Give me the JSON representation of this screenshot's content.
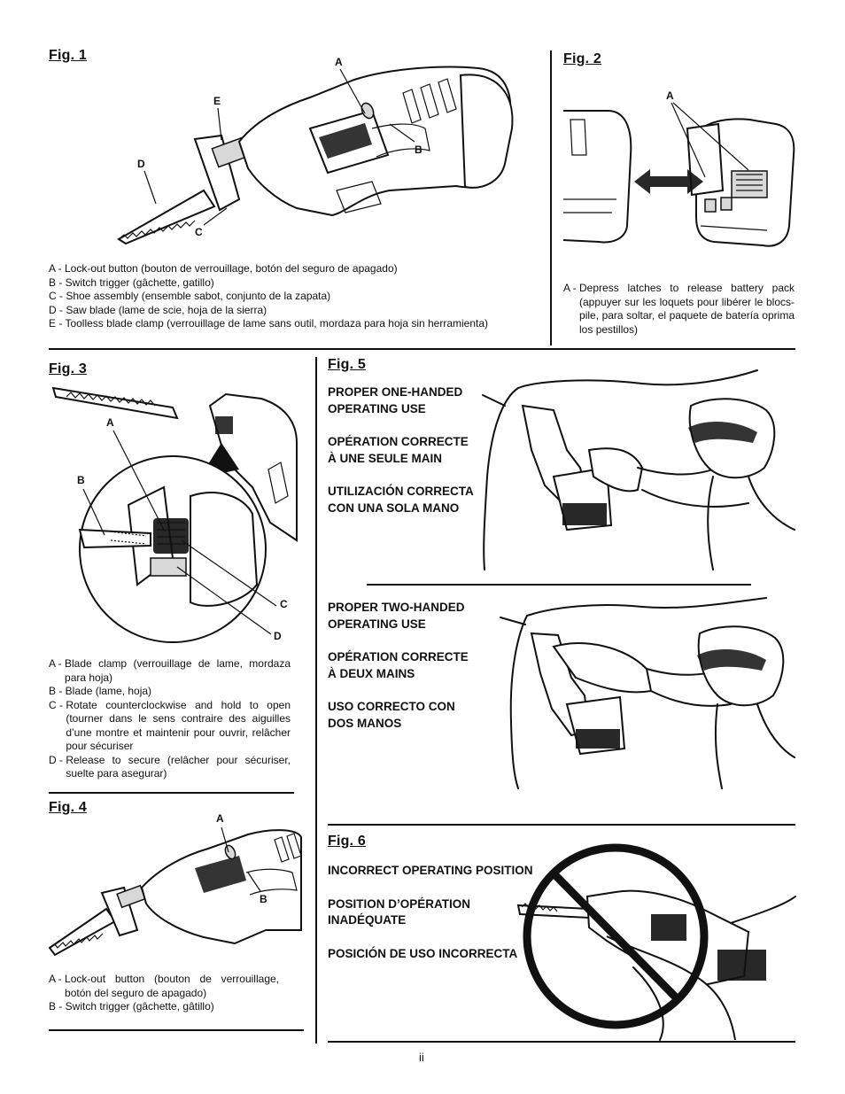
{
  "fig1": {
    "title": "Fig. 1",
    "labels": {
      "a": "A",
      "b": "B",
      "c": "C",
      "d": "D",
      "e": "E"
    },
    "captions": [
      "A - Lock-out button (bouton de verrouillage, botón del seguro de apagado)",
      "B - Switch trigger (gâchette, gatillo)",
      "C - Shoe assembly (ensemble sabot, conjunto de la zapata)",
      "D - Saw blade (lame de scie, hoja de la sierra)",
      "E - Toolless blade clamp (verrouillage de lame sans outil, mordaza para hoja sin herramienta)"
    ]
  },
  "fig2": {
    "title": "Fig. 2",
    "labels": {
      "a": "A"
    },
    "caption": {
      "key": "A - ",
      "text": "Depress latches to release battery pack (appuyer sur les loquets pour libérer le blocs-pile, para soltar, el paquete de batería oprima los pestillos)"
    }
  },
  "fig3": {
    "title": "Fig. 3",
    "labels": {
      "a": "A",
      "b": "B",
      "c": "C",
      "d": "D"
    },
    "captions": [
      {
        "key": "A - ",
        "text": "Blade clamp (verrouillage de lame, mordaza para hoja)"
      },
      {
        "key": "B - ",
        "text": "Blade (lame, hoja)"
      },
      {
        "key": "C - ",
        "text": "Rotate counterclockwise and hold to open (tourner dans le sens contraire des aiguilles d’une montre et maintenir pour ouvrir, relâcher pour sécuriser"
      },
      {
        "key": "D - ",
        "text": "Release to secure (relâcher pour sécuriser, suelte para asegurar)"
      }
    ]
  },
  "fig4": {
    "title": "Fig. 4",
    "labels": {
      "a": "A",
      "b": "B"
    },
    "captions": [
      {
        "key": "A - ",
        "text": "Lock-out button (bouton de verrouillage, botón del seguro de apagado)"
      },
      {
        "key": "B - ",
        "text": "Switch trigger (gâchette, gâtillo)"
      }
    ]
  },
  "fig5": {
    "title": "Fig. 5",
    "one_handed": [
      "PROPER ONE-HANDED OPERATING USE",
      "OPÉRATION CORRECTE À UNE SEULE MAIN",
      "UTILIZACIÓN CORRECTA CON UNA SOLA MANO"
    ],
    "two_handed": [
      "PROPER TWO-HANDED OPERATING USE",
      "OPÉRATION CORRECTE À DEUX MAINS",
      "USO CORRECTO CON DOS MANOS"
    ]
  },
  "fig6": {
    "title": "Fig. 6",
    "texts": [
      "INCORRECT OPERATING POSITION",
      "POSITION D’OPÉRATION INADÉQUATE",
      "POSICIÓN DE USO INCORRECTA"
    ]
  },
  "page_number": "ii"
}
